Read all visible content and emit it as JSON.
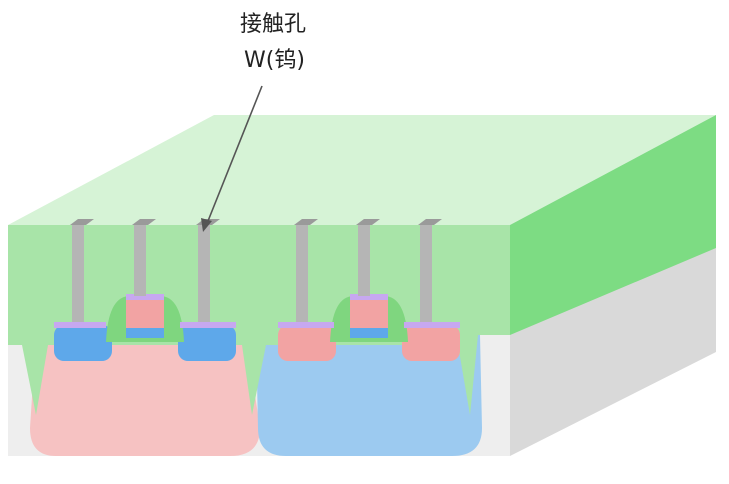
{
  "annotation": {
    "line1": "接触孔",
    "line2": "W(钨)"
  },
  "colors": {
    "background": "#ffffff",
    "substrate_front": "#eeeeee",
    "substrate_side": "#d9d9d9",
    "oxide_front": "#a8e4a8",
    "oxide_top": "#d6f3d6",
    "oxide_side": "#7ddc83",
    "p_well": "#f6c2c2",
    "n_well": "#9ccaf0",
    "n_plus": "#5ea8ea",
    "p_plus": "#f2a3a3",
    "gate_poly": "#f2a3a3",
    "spacer": "#7fd67f",
    "silicide": "#c7a8f0",
    "gate_oxide_n": "#5ea8ea",
    "gate_oxide_p": "#5ea8ea",
    "tungsten": "#b5b5b5",
    "tungsten_top": "#9a9a9a",
    "arrow": "#555555"
  },
  "icons": [
    "arrow-pointer"
  ]
}
